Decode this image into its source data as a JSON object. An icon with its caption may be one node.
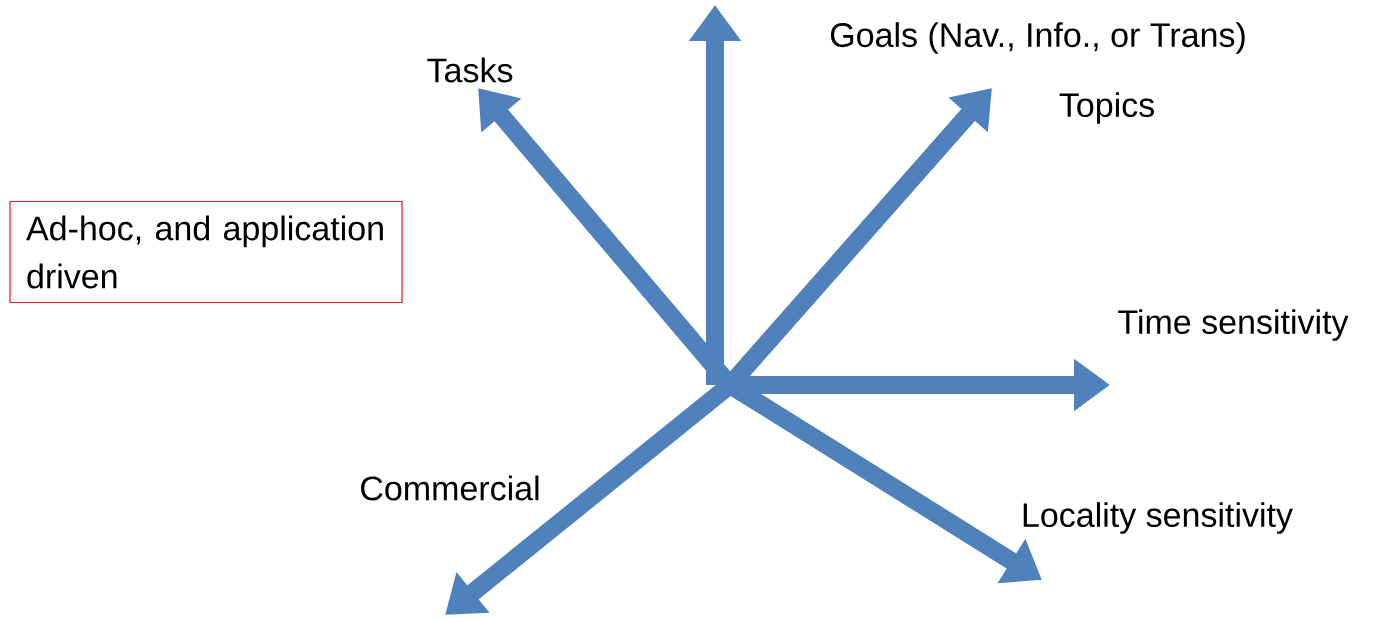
{
  "diagram": {
    "nodes": [
      {
        "text": [
          "Ad-hoc, and application driven"
        ]
      }
    ],
    "labels": [
      "Tasks",
      "Goals (Nav., Info., or Trans)",
      "Topics",
      "Time sensitivity",
      "Commercial",
      "Locality sensitivity"
    ]
  }
}
